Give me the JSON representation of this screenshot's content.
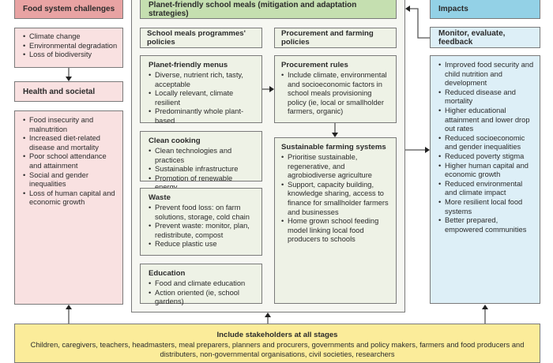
{
  "food_system": {
    "header": "Food system challenges",
    "challenges": [
      "Climate change",
      "Environmental degradation",
      "Loss of biodiversity"
    ],
    "health_header": "Health and societal",
    "health_items": [
      "Food insecurity and malnutrition",
      "Increased diet-related disease and mortality",
      "Poor school attendance and attainment",
      "Social and gender inequalities",
      "Loss of human capital and economic growth"
    ]
  },
  "planet": {
    "header": "Planet-friendly school meals (mitigation and adaptation strategies)",
    "left_policy_header": "School meals programmes' policies",
    "right_policy_header": "Procurement and farming policies",
    "menus": {
      "title": "Planet-friendly menus",
      "items": [
        "Diverse, nutrient rich, tasty, acceptable",
        "Locally relevant, climate resilient",
        "Predominantly whole plant-based"
      ]
    },
    "cooking": {
      "title": "Clean cooking",
      "items": [
        "Clean technologies and practices",
        "Sustainable infrastructure",
        "Promotion of renewable energy"
      ]
    },
    "waste": {
      "title": "Waste",
      "items": [
        "Prevent food loss: on farm solutions, storage, cold chain",
        "Prevent waste: monitor, plan, redistribute, compost",
        "Reduce plastic use"
      ]
    },
    "education": {
      "title": "Education",
      "items": [
        "Food and climate education",
        "Action oriented (ie, school gardens)"
      ]
    },
    "procurement": {
      "title": "Procurement rules",
      "items": [
        "Include climate, environmental and socioeconomic factors in school meals provisioning policy (ie, local or smallholder farmers, organic)"
      ]
    },
    "farming": {
      "title": "Sustainable farming systems",
      "items": [
        "Prioritise sustainable, regenerative, and agrobiodiverse agriculture",
        "Support, capacity building, knowledge sharing, access to finance for smallholder farmers and businesses",
        "Home grown school feeding model linking local food producers to schools"
      ]
    }
  },
  "impacts": {
    "header": "Impacts",
    "monitor_header": "Monitor, evaluate, feedback",
    "items": [
      "Improved food security and child nutrition and development",
      "Reduced disease and mortality",
      "Higher educational attainment and lower drop out rates",
      "Reduced socioeconomic and gender inequalities",
      "Reduced poverty stigma",
      "Higher human capital and economic growth",
      "Reduced environmental and climate impact",
      "More resilient local food systems",
      "Better prepared, empowered communities"
    ]
  },
  "stakeholders": {
    "title": "Include stakeholders at all stages",
    "text": "Children, caregivers, teachers, headmasters, meal preparers, planners and procurers, governments and policy makers, farmers and food producers and distributers, non-governmental organisations, civil societies, researchers"
  }
}
